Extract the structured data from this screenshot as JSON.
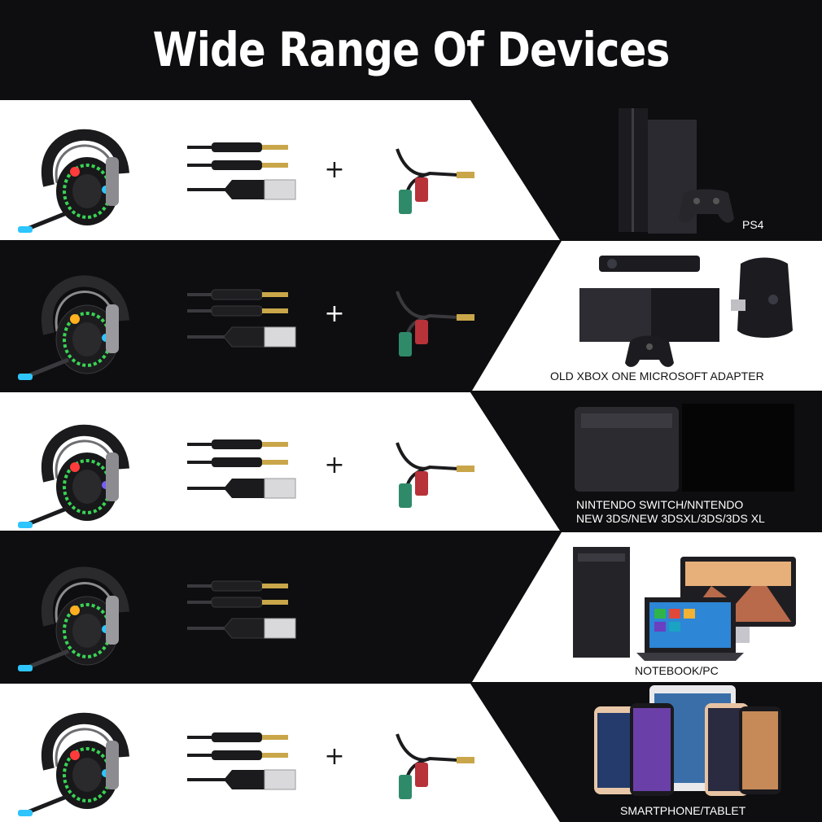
{
  "title": "Wide Range Of Devices",
  "plus_symbol": "+",
  "rows": [
    {
      "device_label": [
        "PS4"
      ],
      "theme": "light-left",
      "has_adapter": true
    },
    {
      "device_label": [
        "OLD XBOX ONE MICROSOFT ADAPTER"
      ],
      "theme": "dark-left",
      "has_adapter": true
    },
    {
      "device_label": [
        "NINTENDO SWITCH/NNTENDO",
        "NEW 3DS/NEW 3DSXL/3DS/3DS XL"
      ],
      "theme": "light-left",
      "has_adapter": true
    },
    {
      "device_label": [
        "NOTEBOOK/PC"
      ],
      "theme": "dark-left",
      "has_adapter": false
    },
    {
      "device_label": [
        "SMARTPHONE/TABLET"
      ],
      "theme": "light-left",
      "has_adapter": true
    }
  ],
  "colors": {
    "background": "#0e0e10",
    "light_panel": "#ffffff",
    "dark_panel": "#0e0e10",
    "plug_gold": "#c9a64a",
    "plug_red": "#b8323a",
    "plug_green": "#2f8a6a",
    "rgb_ring": [
      "#ff3b3b",
      "#ffb020",
      "#39d353",
      "#2ec5ff",
      "#7a5cff"
    ]
  },
  "icons": {
    "headset": "gaming-headset-icon",
    "cables": "jack-and-usb-cables-icon",
    "adapter": "splitter-adapter-icon"
  }
}
